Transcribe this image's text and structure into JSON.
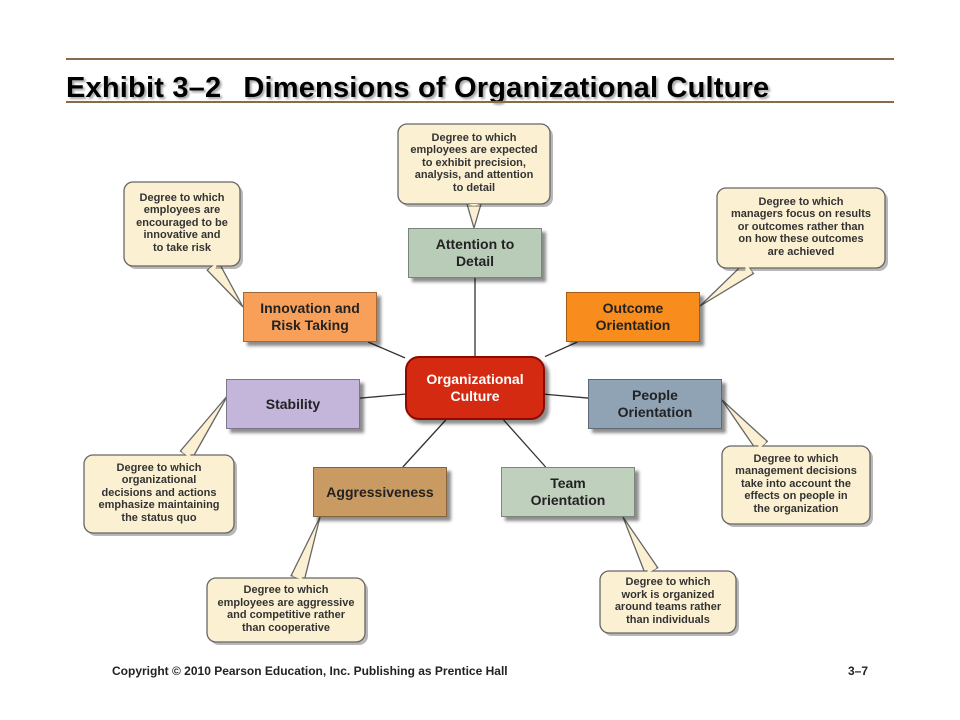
{
  "title": {
    "number": "Exhibit 3–2",
    "text": "Dimensions of Organizational Culture"
  },
  "center": {
    "label": "Organizational\nCulture",
    "color": "#d42a12"
  },
  "dimensions": [
    {
      "id": "attention-to-detail",
      "label": "Attention to\nDetail",
      "color": "#b9ccb8",
      "description": "Degree to which\nemployees are expected\nto exhibit precision,\nanalysis, and attention\nto detail"
    },
    {
      "id": "outcome-orientation",
      "label": "Outcome\nOrientation",
      "color": "#f88c1c",
      "description": "Degree to which\nmanagers focus on results\nor outcomes rather than\non how these outcomes\nare achieved"
    },
    {
      "id": "people-orientation",
      "label": "People\nOrientation",
      "color": "#8fa3b5",
      "description": "Degree to which\nmanagement decisions\ntake into account the\neffects on people in\nthe organization"
    },
    {
      "id": "team-orientation",
      "label": "Team\nOrientation",
      "color": "#bfd0bd",
      "description": "Degree to which\nwork is organized\naround teams rather\nthan individuals"
    },
    {
      "id": "aggressiveness",
      "label": "Aggressiveness",
      "color": "#c99a62",
      "description": "Degree to which\nemployees are aggressive\nand competitive rather\nthan cooperative"
    },
    {
      "id": "stability",
      "label": "Stability",
      "color": "#c3b6da",
      "description": "Degree to which\norganizational\ndecisions and actions\nemphasize maintaining\nthe status quo"
    },
    {
      "id": "innovation-and-risk-taking",
      "label": "Innovation and\nRisk Taking",
      "color": "#f8a05a",
      "description": "Degree to which\nemployees are\nencouraged to be\ninnovative and\nto take risk"
    }
  ],
  "colors": {
    "callout_fill": "#fbf0d2",
    "callout_stroke": "#666666",
    "rule": "#8a6a48"
  },
  "footer": {
    "copyright": "Copyright © 2010 Pearson Education, Inc. Publishing as Prentice Hall",
    "page": "3–7"
  }
}
